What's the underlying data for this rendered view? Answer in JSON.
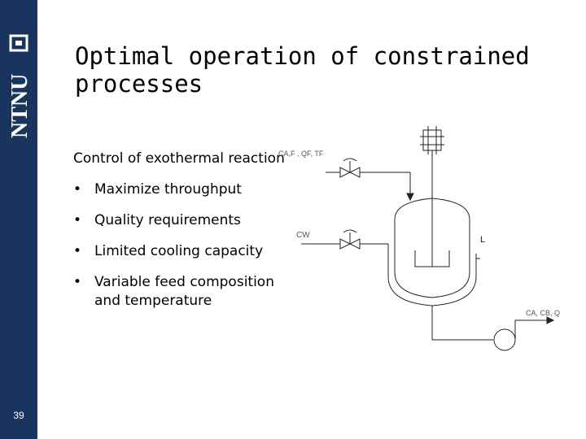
{
  "sidebar": {
    "logo_text": "NTNU",
    "page_number": "39"
  },
  "slide": {
    "title": "Optimal operation of constrained processes",
    "intro": "Control of exothermal reaction",
    "bullets": [
      "Maximize throughput",
      "Quality requirements",
      "Limited cooling capacity",
      "Variable feed composition and temperature"
    ]
  },
  "diagram": {
    "feed": "CA,F , QF, TF",
    "coolant": "CW",
    "level": "L",
    "product": "CA, CB, Q",
    "colors": {
      "sidebar": "#18345f",
      "line": "#222222"
    }
  }
}
